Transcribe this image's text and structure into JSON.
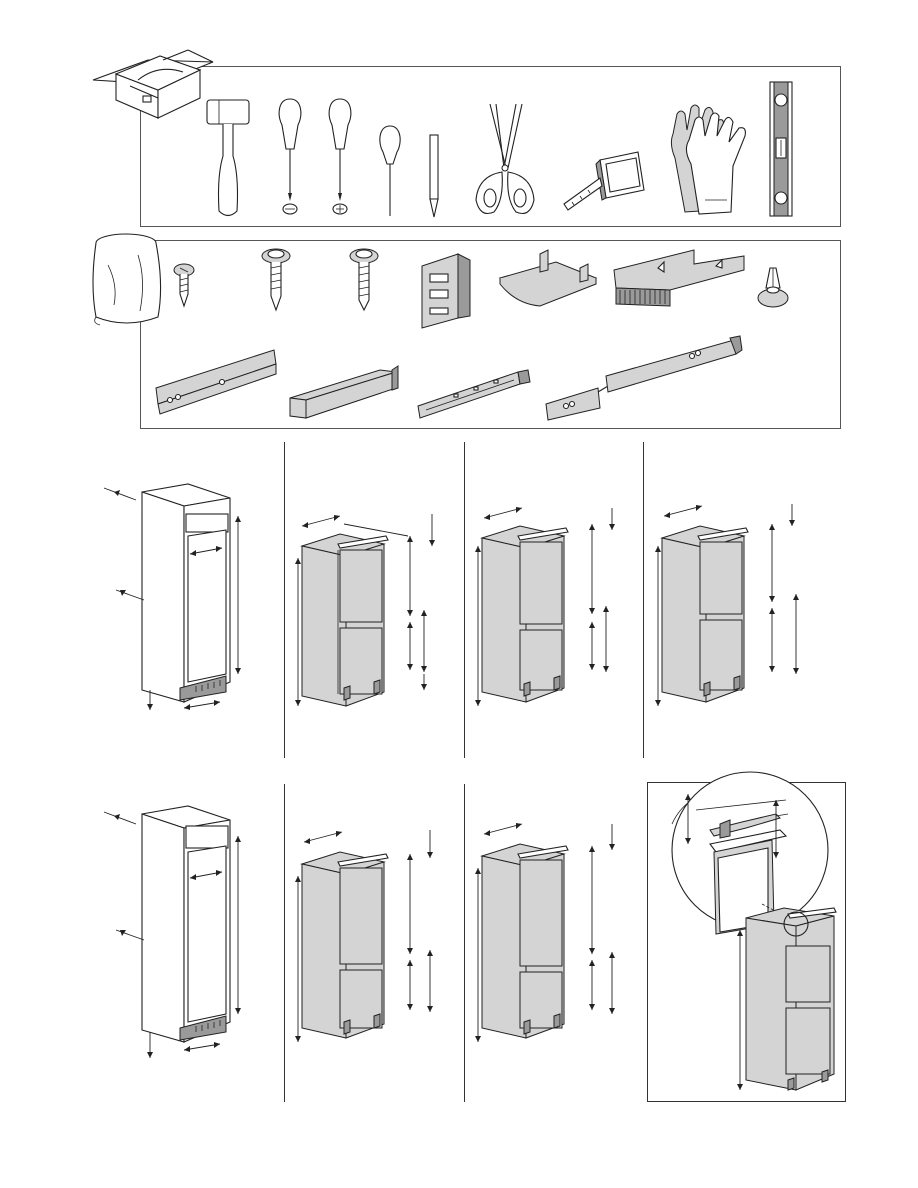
{
  "page": {
    "title": "",
    "colors": {
      "line": "#222222",
      "panel_border": "#555555",
      "part_fill": "#d4d4d4",
      "dark_fill": "#9a9a9a",
      "background": "#ffffff"
    }
  },
  "tools_panel": {
    "header_icon": "toolbox-icon",
    "items": [
      {
        "name": "mallet",
        "icon": "mallet-icon"
      },
      {
        "name": "flat-screwdriver",
        "icon": "flat-screwdriver-icon"
      },
      {
        "name": "phillips-screwdriver",
        "icon": "phillips-screwdriver-icon"
      },
      {
        "name": "awl",
        "icon": "awl-icon"
      },
      {
        "name": "pencil",
        "icon": "pencil-icon"
      },
      {
        "name": "scissors",
        "icon": "scissors-icon"
      },
      {
        "name": "tape-measure",
        "icon": "tape-measure-icon"
      },
      {
        "name": "gloves",
        "icon": "gloves-icon"
      },
      {
        "name": "spirit-level",
        "icon": "spirit-level-icon"
      }
    ]
  },
  "parts_panel": {
    "header_icon": "parts-bag-icon",
    "items": [
      {
        "name": "small-screw",
        "icon": "screw-icon"
      },
      {
        "name": "washer-screw",
        "icon": "washer-screw-icon"
      },
      {
        "name": "long-washer-screw",
        "icon": "long-screw-icon"
      },
      {
        "name": "door-hinge-bracket",
        "icon": "hinge-bracket-icon"
      },
      {
        "name": "cover-plate",
        "icon": "cover-plate-icon"
      },
      {
        "name": "ventilation-grille",
        "icon": "grille-icon"
      },
      {
        "name": "plastic-plug",
        "icon": "plug-icon"
      },
      {
        "name": "long-slide-rail",
        "icon": "slide-rail-icon"
      },
      {
        "name": "angle-bar",
        "icon": "angle-bar-icon"
      },
      {
        "name": "short-rail",
        "icon": "short-rail-icon"
      },
      {
        "name": "door-connector-rail",
        "icon": "connector-rail-icon"
      }
    ]
  },
  "figures": [
    {
      "name": "cabinet-dimensions-top",
      "icon": "cabinet-niche-icon"
    },
    {
      "name": "fridge-dimensions-a",
      "icon": "fridge-freezer-icon"
    },
    {
      "name": "fridge-dimensions-b",
      "icon": "fridge-freezer-icon"
    },
    {
      "name": "fridge-dimensions-c",
      "icon": "fridge-freezer-icon"
    },
    {
      "name": "cabinet-dimensions-bottom",
      "icon": "cabinet-niche-icon"
    },
    {
      "name": "fridge-dimensions-d",
      "icon": "fridge-freezer-icon"
    },
    {
      "name": "fridge-dimensions-e",
      "icon": "fridge-freezer-icon"
    },
    {
      "name": "top-gap-detail",
      "icon": "magnifier-detail-icon"
    }
  ]
}
